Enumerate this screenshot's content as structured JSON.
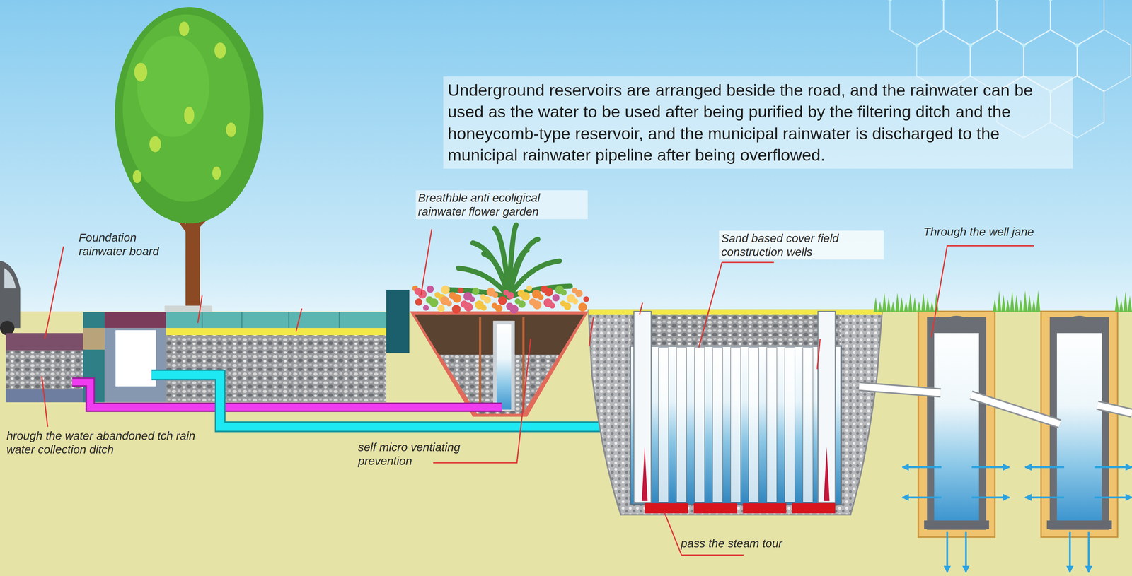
{
  "diagram": {
    "labels": [
      "Underground reservoirs are arranged beside the road, and the rainwater can be used as the water to be used after being purified by the filtering ditch and the honeycomb-type reservoir, and the municipal rainwater is discharged to the municipal rainwater pipeline after being overflowed.",
      "Foundation rainwater board",
      "Breathble anti ecoligical rainwater flower garden",
      "Sand based cover field construction wells",
      "Through the well jane",
      "hrough the water abandoned tch rain water collection ditch",
      "self micro ventiating prevention",
      "pass the steam tour"
    ]
  }
}
